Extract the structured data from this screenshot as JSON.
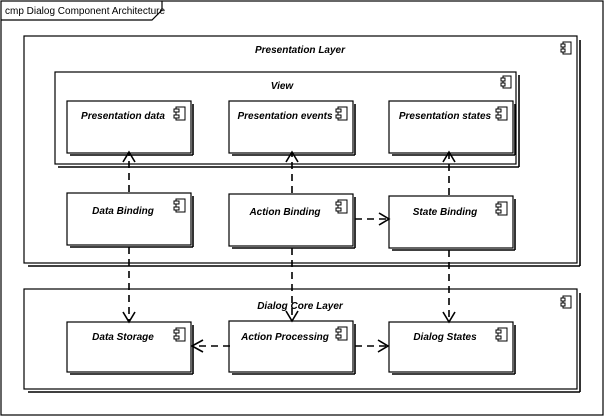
{
  "frame": {
    "title": "cmp Dialog Component Architecture"
  },
  "layers": {
    "presentation": {
      "title": "Presentation Layer"
    },
    "view": {
      "title": "View"
    },
    "core": {
      "title": "Dialog Core Layer"
    }
  },
  "components": {
    "presentation_data": "Presentation data",
    "presentation_events": "Presentation events",
    "presentation_states": "Presentation states",
    "data_binding": "Data Binding",
    "action_binding": "Action Binding",
    "state_binding": "State Binding",
    "data_storage": "Data Storage",
    "action_processing": "Action Processing",
    "dialog_states": "Dialog States"
  },
  "icons": {
    "component": "uml-component-icon"
  },
  "colors": {
    "stroke": "#000000",
    "background": "#ffffff"
  }
}
